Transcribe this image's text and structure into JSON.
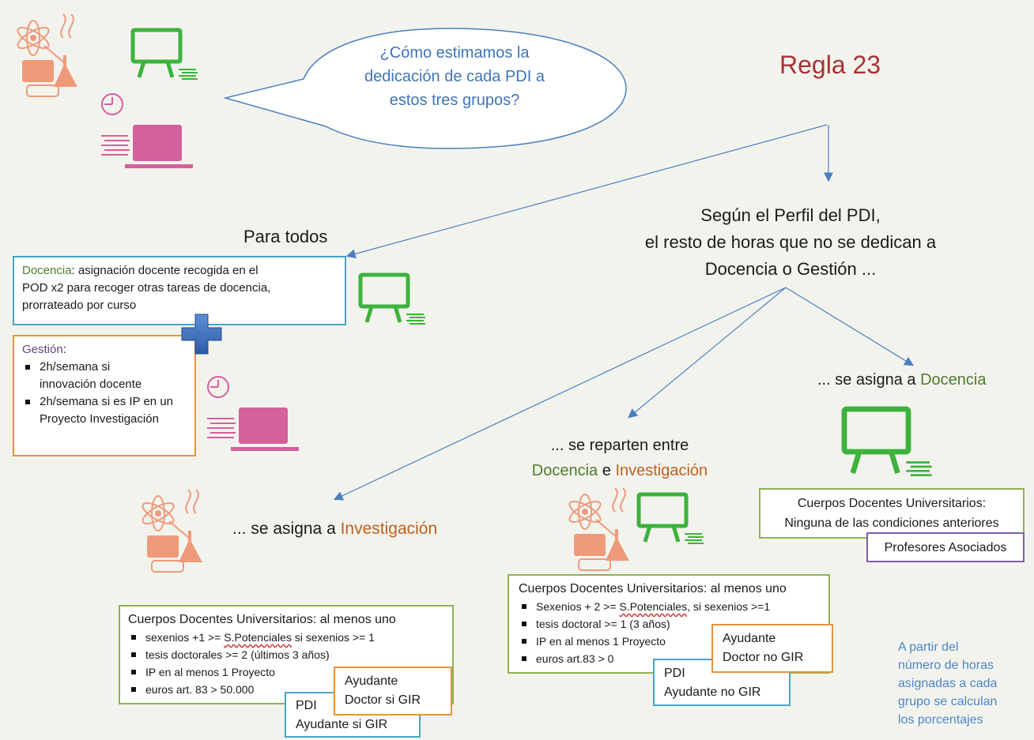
{
  "title": "Regla 23",
  "speech_bubble": {
    "text": "¿Cómo estimamos la\ndedicación de cada PDI a\nestos tres grupos?"
  },
  "para_todos": {
    "label": "Para todos",
    "docencia_term": "Docencia",
    "docencia_text_1": ": asignación docente recogida en el",
    "docencia_text_2": "POD x2 para recoger otras tareas de docencia,",
    "docencia_text_3": "prorrateado por curso",
    "gestion_term": "Gestión",
    "gestion_colon": ":",
    "gestion_items": [
      "2h/semana si innovación docente",
      "2h/semana si es IP en un Proyecto Investigación"
    ]
  },
  "perfil": {
    "line1": "Según el Perfil del PDI,",
    "line2": "el resto de horas que no se dedican a",
    "line3": "Docencia o Gestión ..."
  },
  "branch_investigacion": {
    "prefix": "... se asigna a ",
    "term": "Investigación",
    "box_title": "Cuerpos Docentes Universitarios: al menos uno",
    "items": [
      {
        "a": "sexenios +1 >= ",
        "b": "S.Potenciales",
        "c": " si sexenios >= 1"
      },
      {
        "a": "tesis doctorales >= 2 (últimos 3 años)",
        "b": "",
        "c": ""
      },
      {
        "a": "IP en al menos 1 Proyecto",
        "b": "",
        "c": ""
      },
      {
        "a": "euros art. 83 > 50.000",
        "b": "",
        "c": ""
      }
    ],
    "ayudante_1": "Ayudante",
    "ayudante_2": "Doctor si GIR",
    "pdi_1": "PDI",
    "pdi_2": "Ayudante si GIR"
  },
  "branch_reparten": {
    "prefix": "... se reparten entre",
    "term_a": "Docencia",
    "joiner": " e ",
    "term_b": "Investigación",
    "box_title": "Cuerpos Docentes Universitarios: al menos uno",
    "items": [
      {
        "a": "Sexenios + 2 >= ",
        "b": "S.Potenciales",
        "c": ", si sexenios >=1"
      },
      {
        "a": "tesis doctoral >= 1 (3 años)",
        "b": "",
        "c": ""
      },
      {
        "a": "IP en al menos 1 Proyecto",
        "b": "",
        "c": ""
      },
      {
        "a": "euros art.83 > 0",
        "b": "",
        "c": ""
      }
    ],
    "ayudante_1": "Ayudante",
    "ayudante_2": "Doctor no GIR",
    "pdi_1": "PDI",
    "pdi_2": "Ayudante no GIR"
  },
  "branch_docencia": {
    "prefix": "... se asigna a ",
    "term": "Docencia",
    "box_line1": "Cuerpos Docentes Universitarios:",
    "box_line2": "Ninguna de las condiciones anteriores",
    "asociados": "Profesores Asociados"
  },
  "footer_note": {
    "text": "A partir del\nnúmero de horas\nasignadas a cada\ngrupo se calculan\nlos porcentajes"
  },
  "colors": {
    "blue_border": "#4aa3c4",
    "orange_border": "#e8923a",
    "green_border": "#8db255",
    "purple_border": "#7a5fa8",
    "arrow": "#4a7fc0",
    "title": "#a83232",
    "icon_green": "#3cb33c",
    "icon_pink": "#d4609c",
    "icon_salmon": "#ee9a7a"
  },
  "icons": [
    "science-icon",
    "chalkboard-icon",
    "clock-icon",
    "laptop-icon",
    "plus-icon"
  ]
}
